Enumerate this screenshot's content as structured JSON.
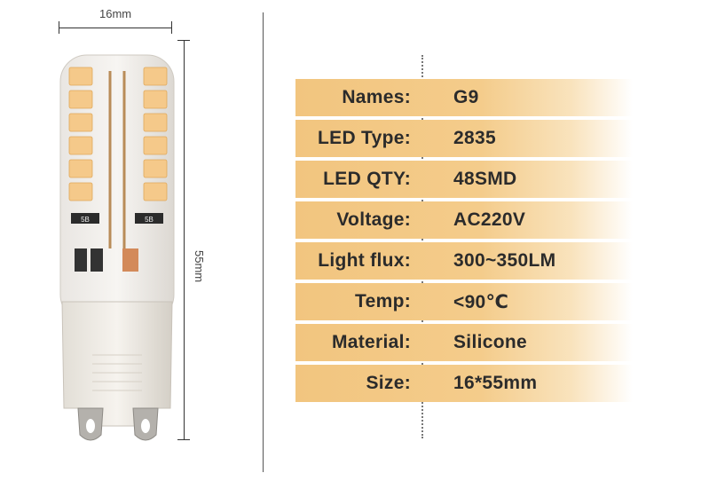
{
  "dimensions": {
    "width_label": "16mm",
    "height_label": "55mm"
  },
  "product": {
    "image_icon": "g9-led-bulb-icon",
    "chip_marks": [
      "5B",
      "5B"
    ]
  },
  "specs": [
    {
      "label": "Names:",
      "value": "G9"
    },
    {
      "label": "LED Type:",
      "value": "2835"
    },
    {
      "label": "LED QTY:",
      "value": "48SMD"
    },
    {
      "label": "Voltage:",
      "value": "AC220V"
    },
    {
      "label": "Light flux:",
      "value": "300~350LM"
    },
    {
      "label": "Temp:",
      "value": "<90℃"
    },
    {
      "label": "Material:",
      "value": "Silicone"
    },
    {
      "label": "Size:",
      "value": "16*55mm"
    }
  ],
  "colors": {
    "band": "#f2c57f",
    "text": "#2b2b2b",
    "led_chip": "#f5c98a"
  }
}
